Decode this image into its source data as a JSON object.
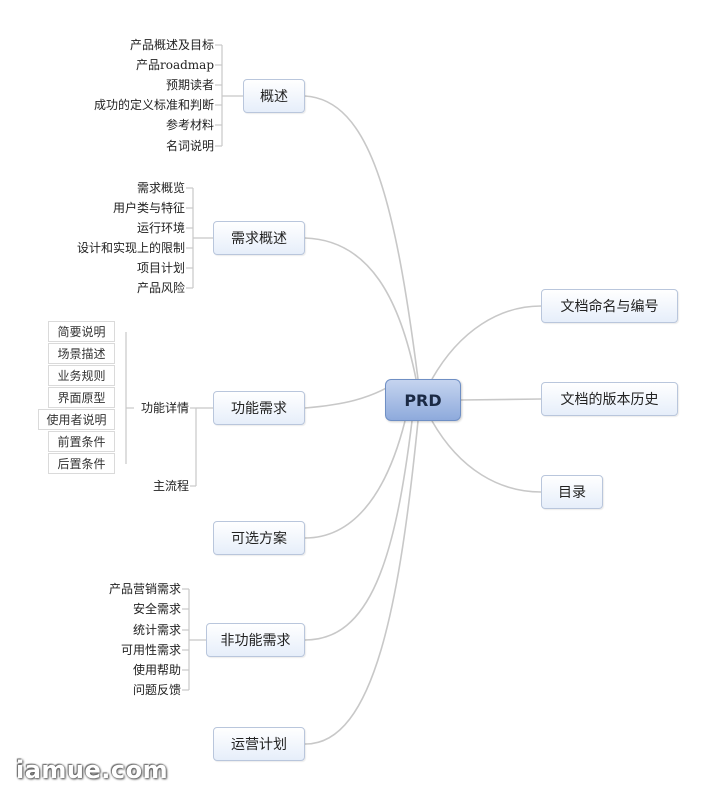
{
  "center": "PRD",
  "branches": {
    "overview": {
      "label": "概述",
      "items": [
        "产品概述及目标",
        "产品roadmap",
        "预期读者",
        "成功的定义标准和判断",
        "参考材料",
        "名词说明"
      ]
    },
    "requirements_overview": {
      "label": "需求概述",
      "items": [
        "需求概览",
        "用户类与特征",
        "运行环境",
        "设计和实现上的限制",
        "项目计划",
        "产品风险"
      ]
    },
    "functional": {
      "label": "功能需求",
      "detail": {
        "label": "功能详情",
        "items": [
          "简要说明",
          "场景描述",
          "业务规则",
          "界面原型",
          "使用者说明",
          "前置条件",
          "后置条件"
        ]
      },
      "main_flow": "主流程"
    },
    "alternatives": {
      "label": "可选方案"
    },
    "non_functional": {
      "label": "非功能需求",
      "items": [
        "产品营销需求",
        "安全需求",
        "统计需求",
        "可用性需求",
        "使用帮助",
        "问题反馈"
      ]
    },
    "operations": {
      "label": "运营计划"
    },
    "doc_naming": {
      "label": "文档命名与编号"
    },
    "version_history": {
      "label": "文档的版本历史"
    },
    "toc": {
      "label": "目录"
    }
  },
  "watermark": "iamue.com",
  "colors": {
    "line": "#c8c8c8",
    "node_border": "#b9c6dc",
    "center_fill": "#8eaadc"
  }
}
